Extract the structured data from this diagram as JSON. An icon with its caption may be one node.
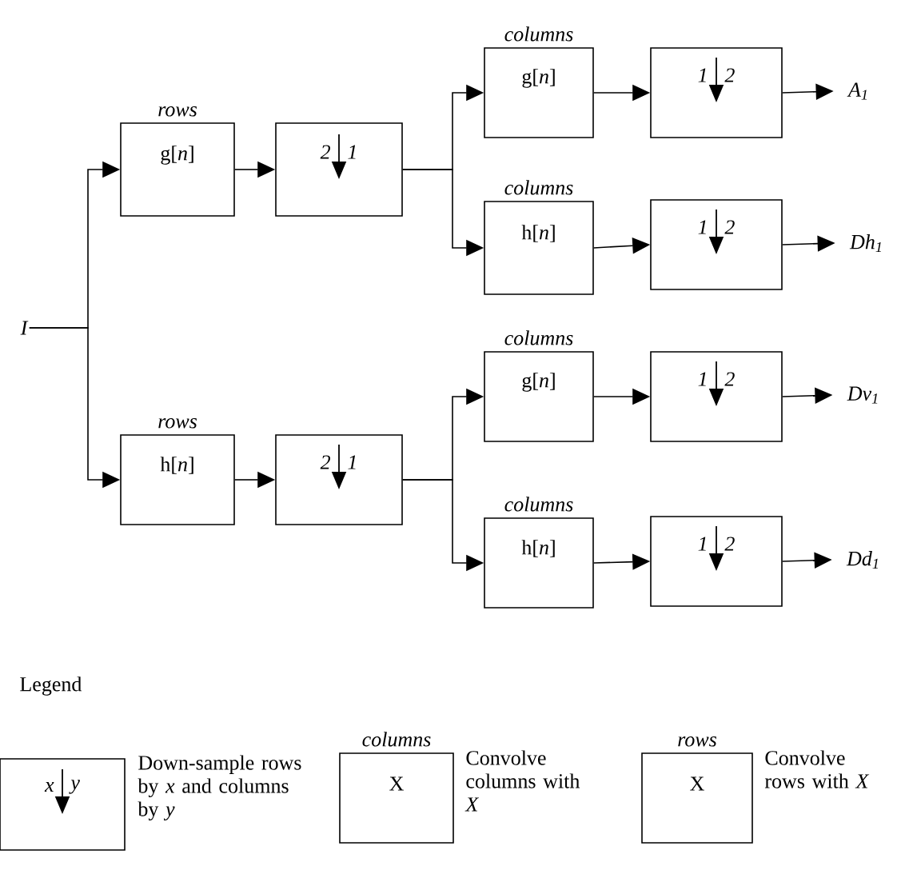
{
  "diagram": {
    "nodes": [
      {
        "text": [
          "I"
        ]
      },
      {
        "text": [
          "rows",
          "g[*n*]"
        ]
      },
      {
        "text": [
          "2",
          "1"
        ]
      },
      {
        "text": [
          "columns",
          "g[*n*]"
        ]
      },
      {
        "text": [
          "1",
          "2"
        ]
      },
      {
        "text": [
          "A$_{1}$"
        ]
      },
      {
        "text": [
          "columns",
          "h[*n*]"
        ]
      },
      {
        "text": [
          "1",
          "2"
        ]
      },
      {
        "text": [
          "Dh$_{1}$"
        ]
      },
      {
        "text": [
          "rows",
          "h[*n*]"
        ]
      },
      {
        "text": [
          "2",
          "1"
        ]
      },
      {
        "text": [
          "columns",
          "g[*n*]"
        ]
      },
      {
        "text": [
          "1",
          "2"
        ]
      },
      {
        "text": [
          "Dv$_{1}$"
        ]
      },
      {
        "text": [
          "columns",
          "h[*n*]"
        ]
      },
      {
        "text": [
          "1",
          "2"
        ]
      },
      {
        "text": [
          "Dd$_{1}$"
        ]
      },
      {
        "text": [
          "x",
          "y"
        ],
        "beside": [
          "Down-sample rows by *x* and columns by *y*"
        ]
      },
      {
        "text": [
          "columns",
          "X"
        ],
        "beside": [
          "Convolve columns with *X*"
        ]
      },
      {
        "text": [
          "rows",
          "X"
        ],
        "beside": [
          "Convolve rows with *X*"
        ]
      }
    ],
    "edges": [
      {
        "from": 0,
        "to": 1,
        "arrow": "to"
      },
      {
        "from": 0,
        "to": 9,
        "arrow": "to"
      },
      {
        "from": 1,
        "to": 2,
        "arrow": "to"
      },
      {
        "from": 2,
        "to": 3,
        "arrow": "to"
      },
      {
        "from": 2,
        "to": 6,
        "arrow": "to"
      },
      {
        "from": 3,
        "to": 4,
        "arrow": "to"
      },
      {
        "from": 4,
        "to": 5,
        "arrow": "to"
      },
      {
        "from": 6,
        "to": 7,
        "arrow": "to"
      },
      {
        "from": 7,
        "to": 8,
        "arrow": "to"
      },
      {
        "from": 9,
        "to": 10,
        "arrow": "to"
      },
      {
        "from": 10,
        "to": 11,
        "arrow": "to"
      },
      {
        "from": 10,
        "to": 14,
        "arrow": "to"
      },
      {
        "from": 11,
        "to": 12,
        "arrow": "to"
      },
      {
        "from": 12,
        "to": 13,
        "arrow": "to"
      },
      {
        "from": 14,
        "to": 15,
        "arrow": "to"
      },
      {
        "from": 15,
        "to": 16,
        "arrow": "to"
      }
    ],
    "labels": [
      "Legend"
    ]
  }
}
